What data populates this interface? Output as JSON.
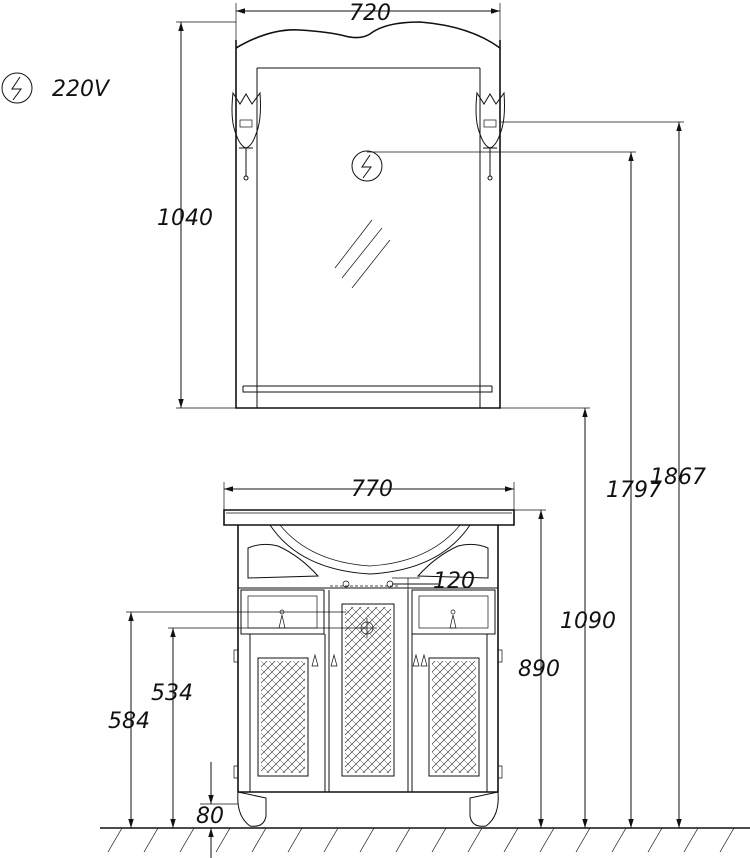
{
  "dimensions": {
    "mirror_width": "720",
    "mirror_height": "1040",
    "vanity_width": "770",
    "spacing": "120",
    "vanity_height": "890",
    "mirror_bottom_height": "1090",
    "socket_height": "1797",
    "lamp_height": "1867",
    "drawer_height": "584",
    "pipe_height": "534",
    "leg_height": "80"
  },
  "power": {
    "label": "220V",
    "icon": "electric-outlet-icon"
  },
  "colors": {
    "line": "#111111",
    "background": "#ffffff"
  }
}
